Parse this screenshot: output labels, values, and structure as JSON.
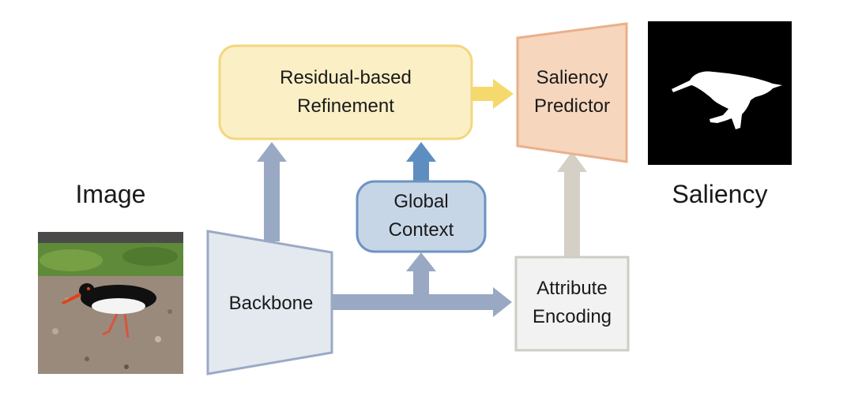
{
  "labels": {
    "image_title": "Image",
    "saliency_title": "Saliency"
  },
  "nodes": {
    "residual_refinement": {
      "line1": "Residual-based",
      "line2": "Refinement"
    },
    "saliency_predictor": {
      "line1": "Saliency",
      "line2": "Predictor"
    },
    "global_context": {
      "line1": "Global",
      "line2": "Context"
    },
    "backbone": {
      "label": "Backbone"
    },
    "attribute_encoding": {
      "line1": "Attribute",
      "line2": "Encoding"
    }
  },
  "colors": {
    "refinement_fill": "#fbefc6",
    "refinement_stroke": "#f3d77d",
    "predictor_fill": "#f6d6bd",
    "predictor_stroke": "#eab08a",
    "context_fill": "#c7d6e7",
    "context_stroke": "#6d93c2",
    "backbone_fill": "#e4e9f0",
    "backbone_stroke": "#9aaac6",
    "attribute_fill": "#f2f2f2",
    "attribute_stroke": "#cdcdc6",
    "arrow_blue_gray": "#99a9c3",
    "arrow_blue": "#5e8ec0",
    "arrow_yellow": "#f6d96d",
    "arrow_beige": "#d5d0c6"
  }
}
